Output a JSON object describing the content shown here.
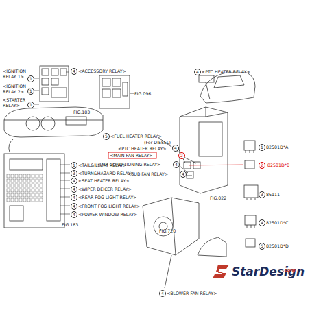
{
  "diagram": {
    "labels": [
      "<IGNITION RELAY 1>",
      "1",
      "<IGNITION RELAY 2>",
      "1",
      "<STARTER RELAY>",
      "1",
      "4",
      "<ACCESSORY RELAY>",
      "FIG.096",
      "FIG.183",
      "1",
      "<TAIL&ILLUMI RELAY>",
      "3",
      "<TURN&HAZARD RELAY>",
      "4",
      "<SEAT HEATER RELAY>",
      "4",
      "<WIPER DEICER RELAY>",
      "4",
      "<REAR FOG LIGHT RELAY>",
      "4",
      "<FRONT FOG LIGHT RELAY>",
      "4",
      "<POWER WINDOW RELAY>",
      "FIG.183",
      "4",
      "<PTC HEATER RELAY>",
      "5",
      "<FUEL HEATER RELAY>",
      "(For DIESEL)",
      "<PTC HEATER RELAY>",
      "4",
      "<MAIN FAN RELAY>",
      "2",
      "<AIR CONDITIONING RELAY>",
      "4",
      "<SUB FAN RELAY>",
      "4",
      "FIG.022",
      "FIG.720",
      "4",
      "<BLOWER FAN RELAY>",
      "1",
      "82501D*A",
      "2",
      "82501D*B",
      "3",
      "86111",
      "4",
      "82501D*C",
      "5",
      "82501D*D",
      "StarDesign",
      ".com"
    ]
  }
}
